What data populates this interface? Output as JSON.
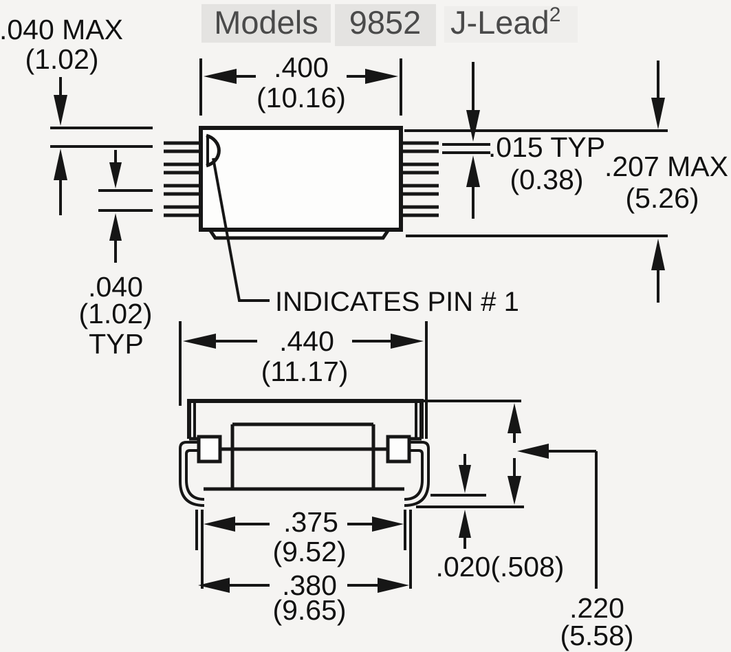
{
  "title": {
    "models_label": "Models",
    "model_number": "9852",
    "model_type": "J-Lead",
    "model_type_superscript": "2"
  },
  "top_view": {
    "body_max_thickness": ".040 MAX",
    "body_max_thickness_mm": "(1.02)",
    "body_width": ".400",
    "body_width_mm": "(10.16)",
    "lead_thickness": ".015 TYP",
    "lead_thickness_mm": "(0.38)",
    "overall_height": ".207 MAX",
    "overall_height_mm": "(5.26)",
    "lead_pitch": ".040",
    "lead_pitch_mm": "(1.02)",
    "lead_pitch_qualifier": "TYP",
    "pin1_note": "INDICATES PIN # 1"
  },
  "end_view": {
    "overall_width": ".440",
    "overall_width_mm": "(11.17)",
    "lead_span_inner": ".375",
    "lead_span_inner_mm": "(9.52)",
    "lead_span_outer": ".380",
    "lead_span_outer_mm": "(9.65)",
    "standoff": ".020(.508)",
    "seated_height": ".220",
    "seated_height_mm": "(5.58)"
  },
  "colors": {
    "ink": "#161616",
    "title_text": "#4a4a4a",
    "title_highlight": "#e4e3e1",
    "title_highlight_faint": "#efeeec",
    "background": "#f5f4f2"
  }
}
